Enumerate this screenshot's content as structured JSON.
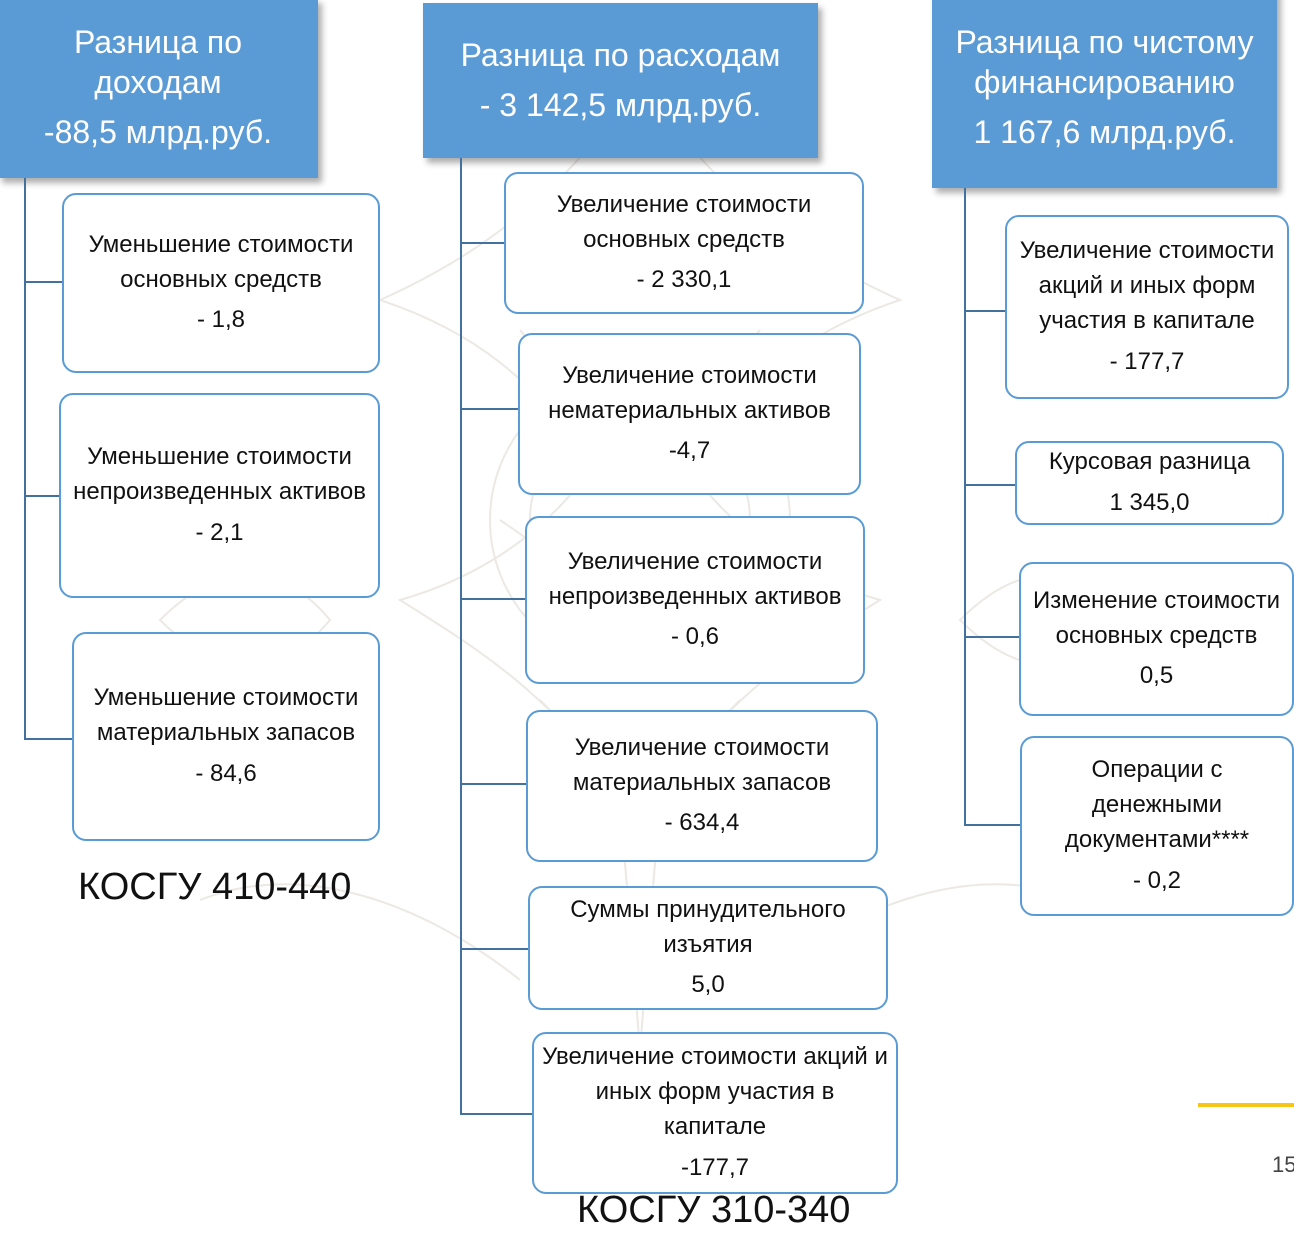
{
  "colors": {
    "header_fill": "#5b9bd5",
    "box_border": "#5b9bd5",
    "connector": "#41719c",
    "accent": "#f5c518"
  },
  "columns": [
    {
      "header": {
        "title": "Разница по доходам",
        "value": "-88,5 млрд.руб."
      },
      "items": [
        {
          "label": "Уменьшение стоимости основных средств",
          "value": "- 1,8"
        },
        {
          "label": "Уменьшение стоимости непроизведенных активов",
          "value": "- 2,1"
        },
        {
          "label": "Уменьшение стоимости материальных запасов",
          "value": "-  84,6"
        }
      ],
      "footer": "КОСГУ 410-440"
    },
    {
      "header": {
        "title": "Разница по расходам",
        "value": "- 3 142,5  млрд.руб."
      },
      "items": [
        {
          "label": "Увеличение стоимости основных средств",
          "value": "- 2 330,1"
        },
        {
          "label": "Увеличение стоимости нематериальных активов",
          "value": "-4,7"
        },
        {
          "label": "Увеличение стоимости непроизведенных активов",
          "value": "- 0,6"
        },
        {
          "label": "Увеличение стоимости материальных запасов",
          "value": "- 634,4"
        },
        {
          "label": "Суммы принудительного изъятия",
          "value": "5,0"
        },
        {
          "label": "Увеличение стоимости акций и иных форм участия в капитале",
          "value": "-177,7"
        }
      ],
      "footer": "КОСГУ 310-340"
    },
    {
      "header": {
        "title": "Разница по чистому финансированию",
        "value": "1 167,6 млрд.руб."
      },
      "items": [
        {
          "label": "Увеличение стоимости акций и иных форм участия в капитале",
          "value": "- 177,7"
        },
        {
          "label": "Курсовая разница",
          "value": "1 345,0"
        },
        {
          "label": "Изменение стоимости основных средств",
          "value": "0,5"
        },
        {
          "label": "Операции с денежными документами****",
          "value": "- 0,2"
        }
      ]
    }
  ],
  "page_number": "15"
}
